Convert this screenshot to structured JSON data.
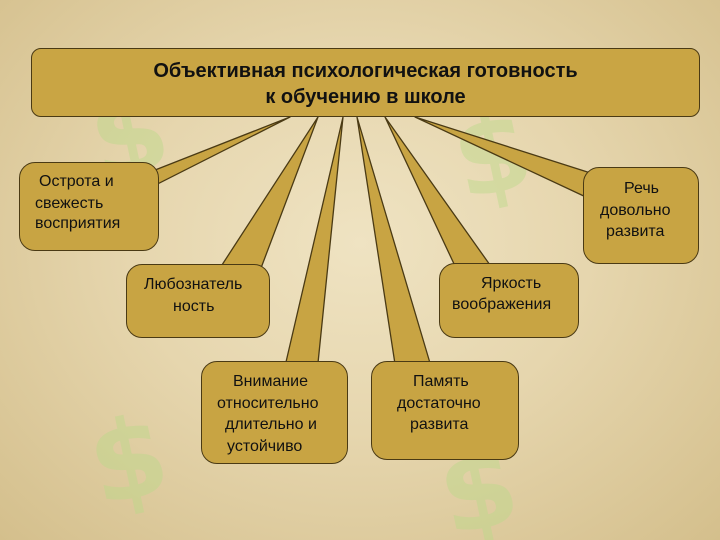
{
  "title": {
    "line1": "Объективная психологическая готовность",
    "line2": "к обучению в школе"
  },
  "boxes": {
    "perception": {
      "lines": [
        "Острота и",
        "свежесть",
        "восприятия"
      ]
    },
    "curiosity": {
      "lines": [
        "Любознатель",
        "ность"
      ]
    },
    "attention": {
      "lines": [
        "Внимание",
        "относительно",
        "длительно и",
        "устойчиво"
      ]
    },
    "memory": {
      "lines": [
        "Память",
        "достаточно",
        "развита"
      ]
    },
    "imagination": {
      "lines": [
        "Яркость",
        "воображения"
      ]
    },
    "speech": {
      "lines": [
        "Речь",
        "довольно",
        "развита"
      ]
    }
  },
  "colors": {
    "box_fill": "#c8a443",
    "box_border": "#4a3a14",
    "background": "#e8d9b2",
    "watermark": "#b9d98a"
  },
  "icons": {
    "watermark": "dollar-sign-icon"
  }
}
